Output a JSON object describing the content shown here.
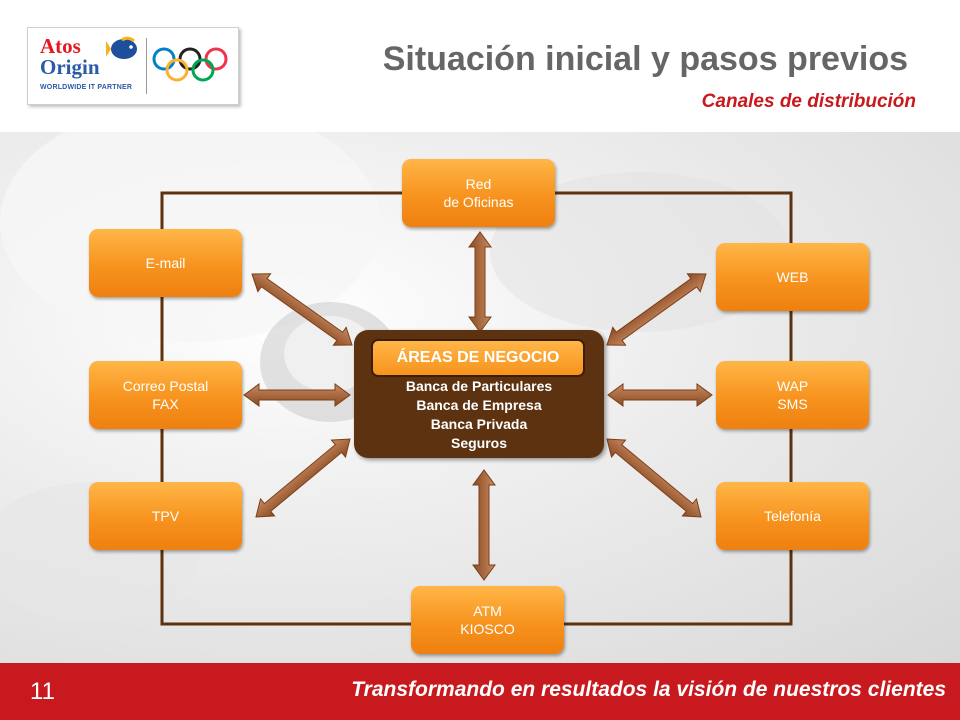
{
  "header": {
    "title": "Situación inicial y pasos previos",
    "subtitle": "Canales de distribución",
    "logo": {
      "line1": "Atos",
      "line2": "Origin",
      "tagline": "WORLDWIDE IT PARTNER"
    }
  },
  "diagram": {
    "center": {
      "heading": "ÁREAS DE NEGOCIO",
      "items": [
        "Banca de Particulares",
        "Banca de Empresa",
        "Banca Privada",
        "Seguros"
      ]
    },
    "channels": {
      "red_oficinas": [
        "Red",
        "de Oficinas"
      ],
      "email": [
        "E-mail"
      ],
      "correo_postal": [
        "Correo Postal",
        "FAX"
      ],
      "tpv": [
        "TPV"
      ],
      "atm": [
        "ATM",
        "KIOSCO"
      ],
      "web": [
        "WEB"
      ],
      "wap": [
        "WAP",
        "SMS"
      ],
      "telefonia": [
        "Telefonía"
      ]
    }
  },
  "footer": {
    "page_number": "11",
    "slogan": "Transformando en resultados la visión de nuestros clientes"
  },
  "colors": {
    "accent_red": "#c8191e",
    "box_orange": "#f7931e",
    "center_brown": "#5c3210",
    "frame_brown": "#5c3210"
  }
}
